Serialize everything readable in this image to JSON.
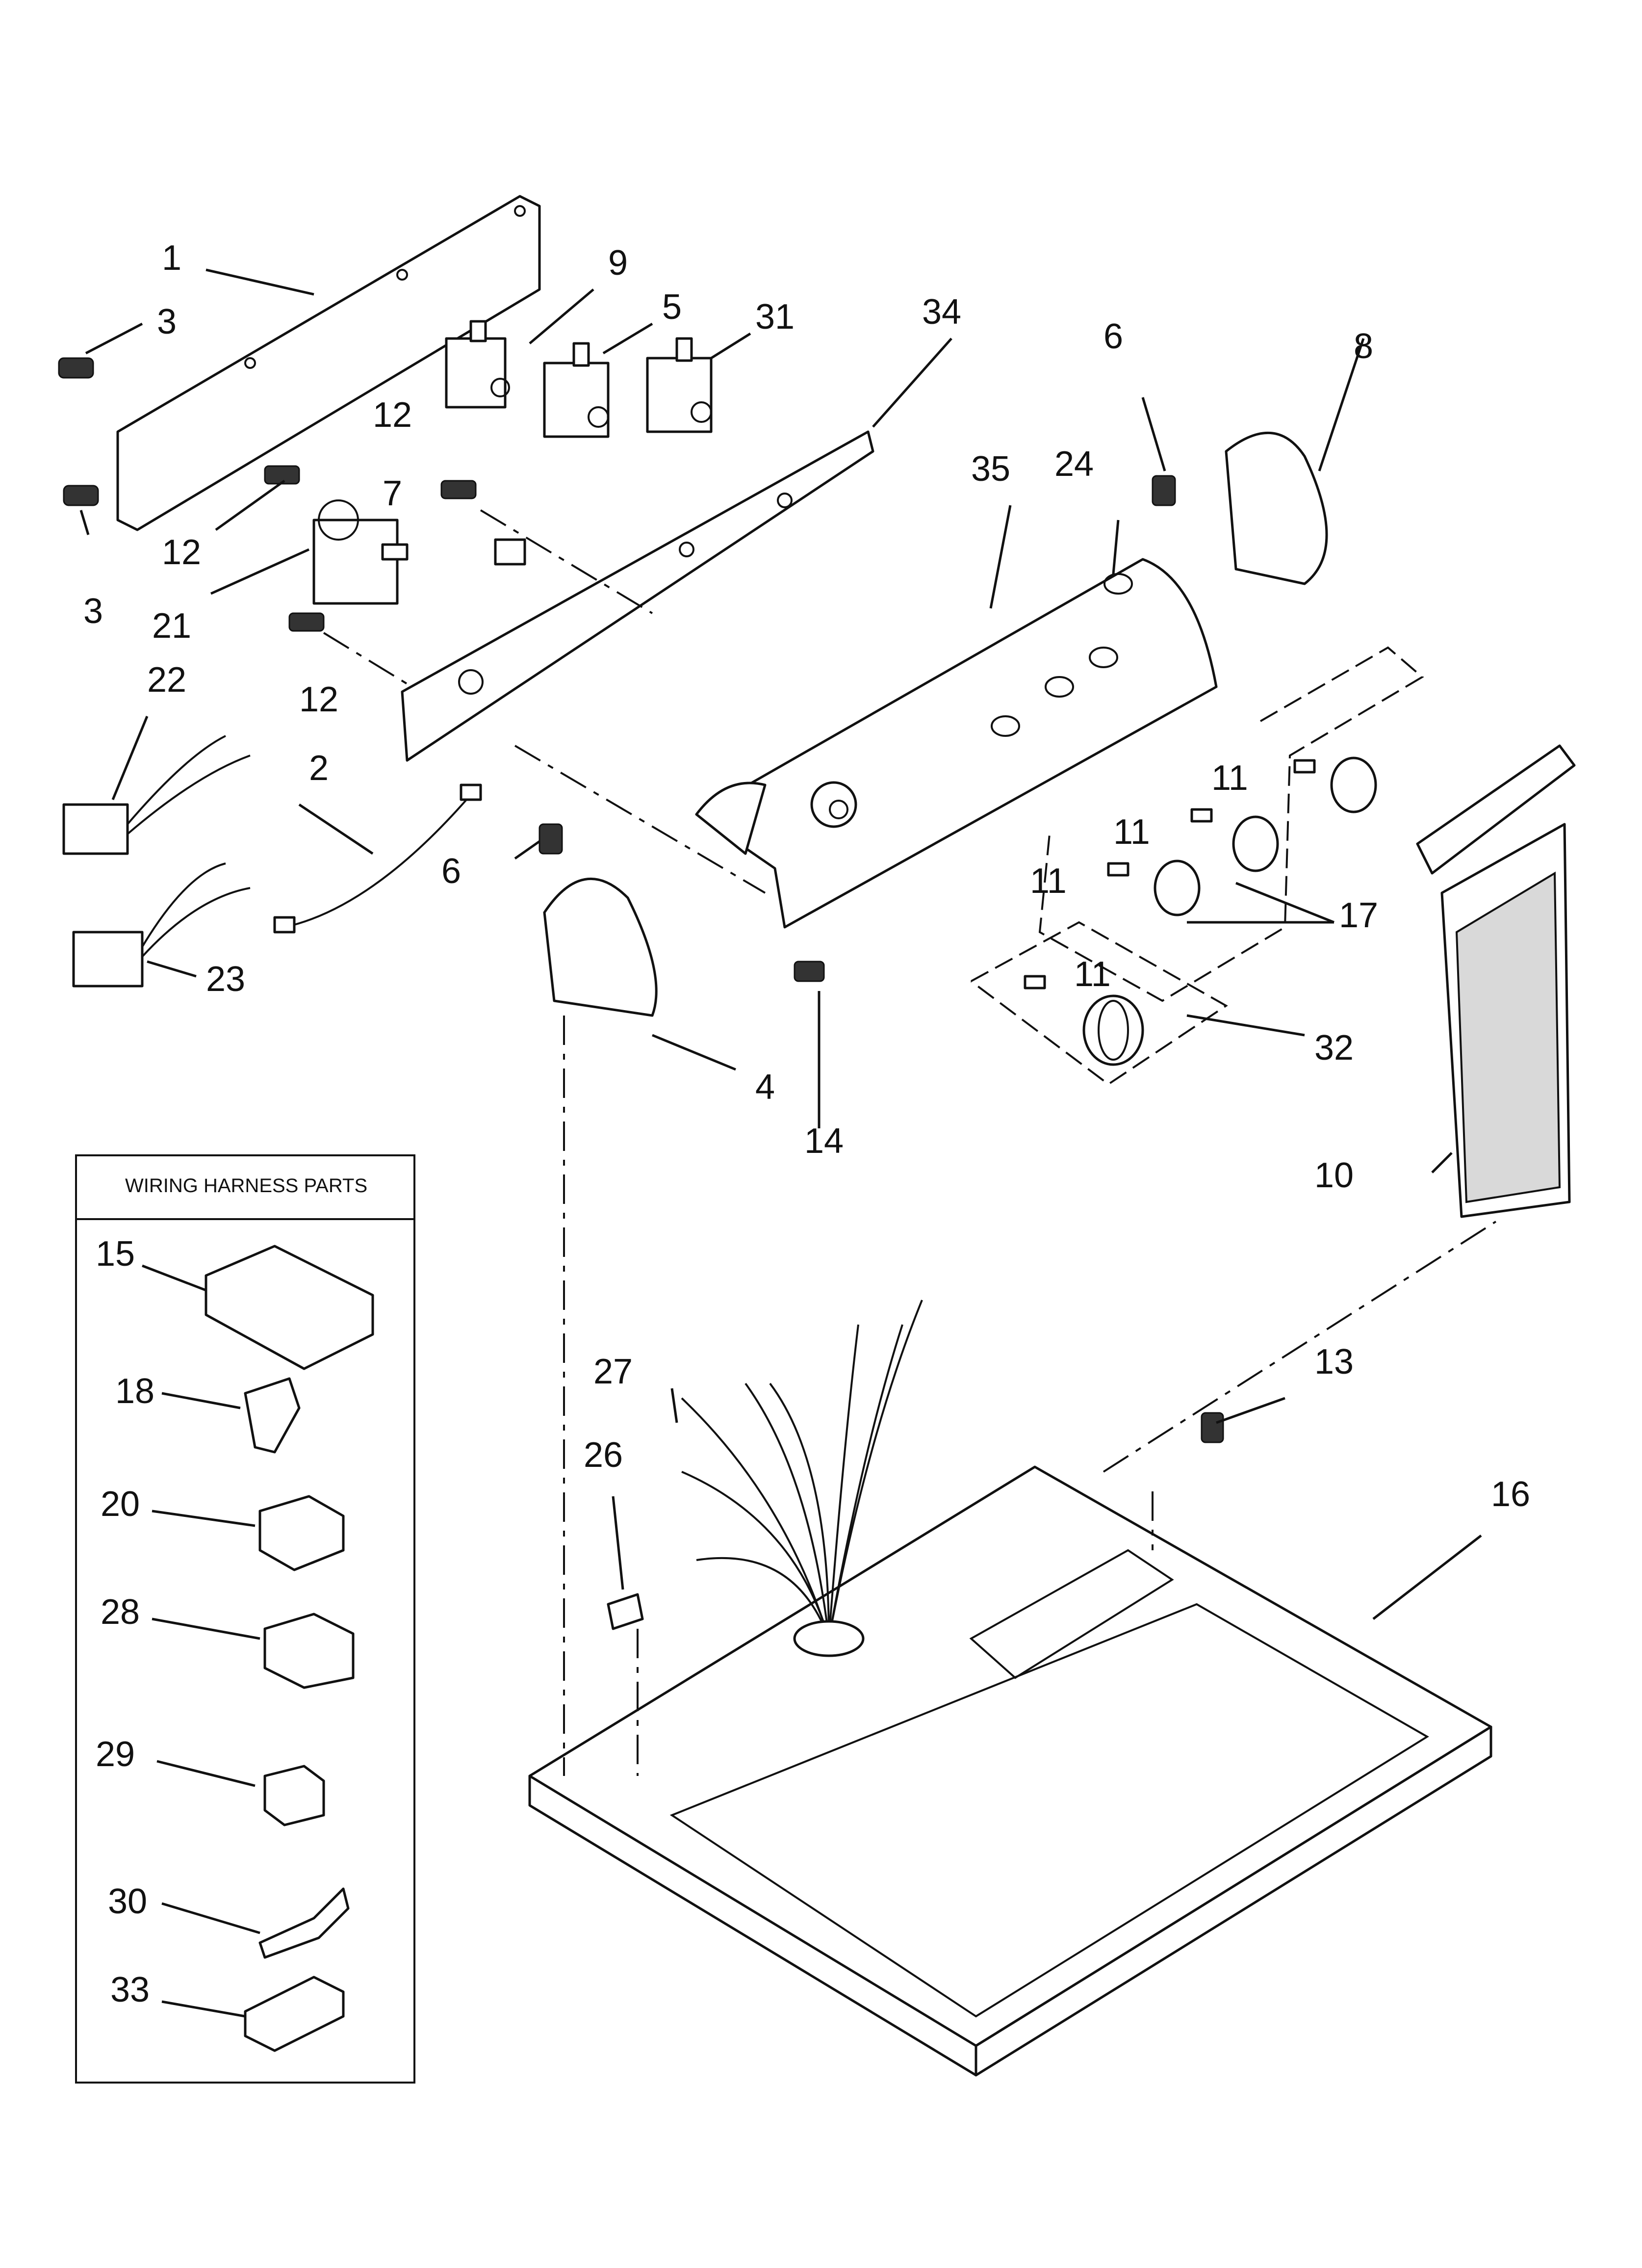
{
  "callouts": {
    "c1": "1",
    "c2": "2",
    "c3a": "3",
    "c3b": "3",
    "c4": "4",
    "c5": "5",
    "c6a": "6",
    "c6b": "6",
    "c7": "7",
    "c8": "8",
    "c9": "9",
    "c10": "10",
    "c11a": "11",
    "c11b": "11",
    "c11c": "11",
    "c11d": "11",
    "c12a": "12",
    "c12b": "12",
    "c12c": "12",
    "c13": "13",
    "c14": "14",
    "c16": "16",
    "c17": "17",
    "c21": "21",
    "c22": "22",
    "c23": "23",
    "c24": "24",
    "c26": "26",
    "c27": "27",
    "c31": "31",
    "c32": "32",
    "c34": "34",
    "c35": "35"
  },
  "wiring_box": {
    "title": "WIRING HARNESS PARTS",
    "items": [
      "15",
      "18",
      "20",
      "28",
      "29",
      "30",
      "33"
    ]
  }
}
